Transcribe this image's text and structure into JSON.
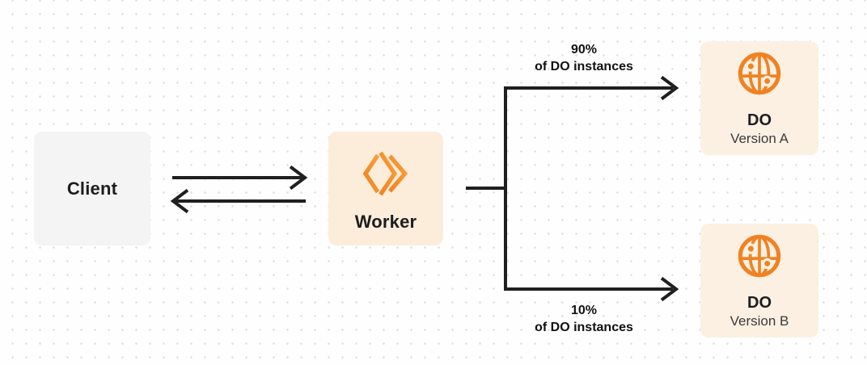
{
  "nodes": {
    "client": {
      "label": "Client"
    },
    "worker": {
      "label": "Worker",
      "icon": "cloudflare-workers-icon"
    },
    "do_version_a": {
      "title": "DO",
      "subtitle": "Version A",
      "icon": "globe-icon"
    },
    "do_version_b": {
      "title": "DO",
      "subtitle": "Version B",
      "icon": "globe-icon"
    }
  },
  "edge_labels": {
    "to_version_a": {
      "percent": "90%",
      "caption": "of DO instances"
    },
    "to_version_b": {
      "percent": "10%",
      "caption": "of DO instances"
    }
  },
  "colors": {
    "canvas_bg": "#FEFEFE",
    "dot_grid": "#E3E3E5",
    "client_box_bg": "#F4F4F5",
    "worker_box_bg": "#FCEDDB",
    "do_box_bg": "#FCF0E2",
    "accent_orange": "#F08223",
    "accent_orange_light": "#F8A13E",
    "connector": "#1F1F1F",
    "heading_text": "#1D1D1F",
    "subtitle_text": "#3A3A3C",
    "label_text": "#111111"
  }
}
